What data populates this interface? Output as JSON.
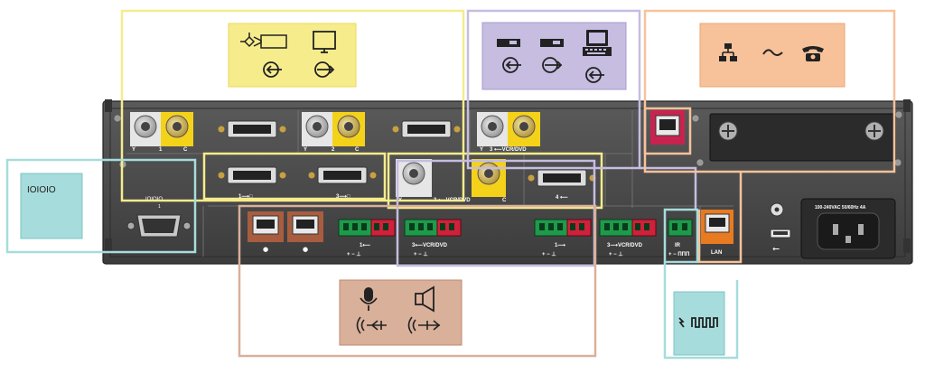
{
  "colors": {
    "video": "#f6ec8c",
    "usb": "#c6bde0",
    "network": "#f7c29a",
    "serial": "#a7dcdc",
    "audio": "#d9b09a",
    "ir": "#a7dcdc",
    "panel": "#4a4a4a",
    "composite": "#f5d21a",
    "green_block": "#1f9a4a",
    "red_block": "#d0213a",
    "lan": "#e87a22",
    "phone_port": "#c8234e"
  },
  "icons": {
    "video_legend": [
      "camera-icon",
      "monitor-icon",
      "video-input-icon",
      "video-output-icon"
    ],
    "usb_legend": [
      "usb-storage-icon",
      "usb-device-icon",
      "laptop-icon",
      "usb-input-icon",
      "usb-output-icon",
      "laptop-input-icon"
    ],
    "network_legend": [
      "network-icon",
      "ac-power-icon",
      "phone-icon"
    ],
    "audio_legend": [
      "microphone-icon",
      "speaker-icon",
      "audio-in-icon",
      "audio-out-icon"
    ],
    "ir_legend": [
      "ir-pulse-icon"
    ]
  },
  "serial": {
    "legend_text": "IOIOIO",
    "port_label": "IOIOIO",
    "port_number": "1"
  },
  "panel": {
    "bnc_labels": {
      "y": "Y",
      "c": "C",
      "input1": "1",
      "input2": "2",
      "vcr_dvd_top": "3 ⟵VCR/DVD",
      "vcr_dvd_mid": "3 ⟵VCR/DVD"
    },
    "dvi_labels": {
      "in4": "4 ⟵",
      "out1": "1⟶□",
      "out2": "3⟶□"
    },
    "terminal_labels": {
      "in1": "1⟵",
      "in3": "3⟵VCR/DVD",
      "out1": "1⟶",
      "out3": "3⟶VCR/DVD",
      "ir": "IR",
      "pins": "+ − ⊥",
      "ir_pins": "+ − ΠΠΠ"
    },
    "lan_label": "LAN",
    "power_label": "100-240VAC 50/60Hz 4A"
  }
}
